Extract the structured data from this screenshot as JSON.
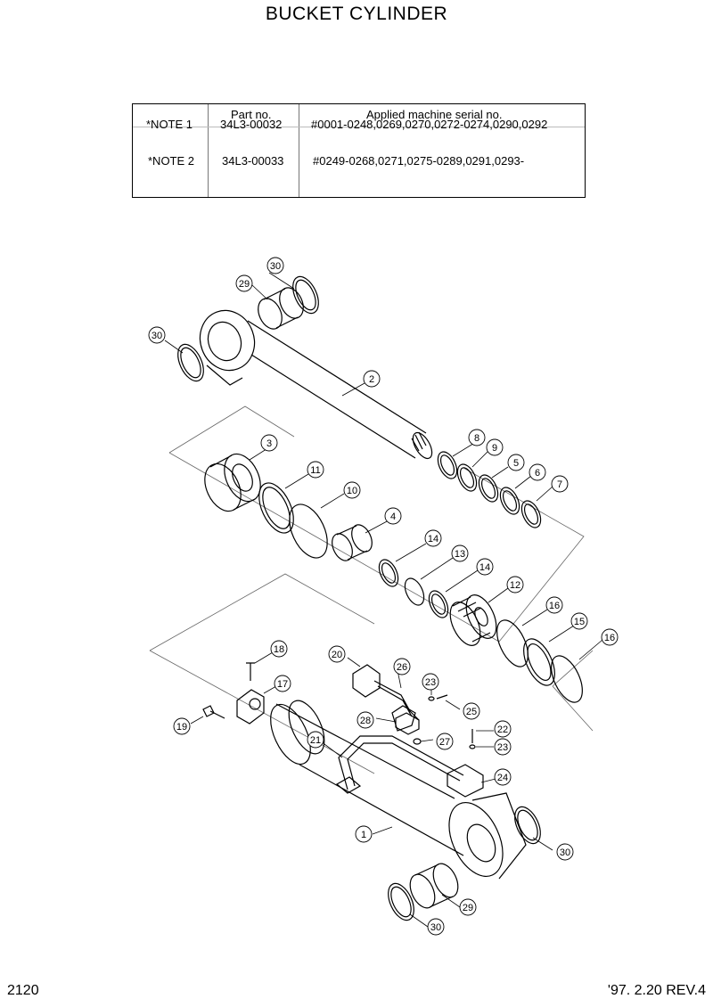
{
  "title": "BUCKET CYLINDER",
  "table": {
    "header_part": "Part no.",
    "header_serial": "Applied machine serial no.",
    "rows": [
      {
        "note": "*NOTE 1",
        "part": "34L3-00032",
        "serial": "#0001-0248,0269,0270,0272-0274,0290,0292"
      },
      {
        "note": "*NOTE 2",
        "part": "34L3-00033",
        "serial": "#0249-0268,0271,0275-0289,0291,0293-"
      }
    ]
  },
  "callouts": [
    "30",
    "29",
    "30",
    "2",
    "3",
    "11",
    "10",
    "8",
    "9",
    "5",
    "6",
    "7",
    "4",
    "14",
    "13",
    "14",
    "12",
    "16",
    "15",
    "16",
    "18",
    "17",
    "19",
    "20",
    "26",
    "23",
    "25",
    "28",
    "27",
    "22",
    "23",
    "21",
    "24",
    "1",
    "30",
    "29",
    "30"
  ],
  "footer": {
    "page": "2120",
    "revision": "'97. 2.20  REV.4"
  }
}
